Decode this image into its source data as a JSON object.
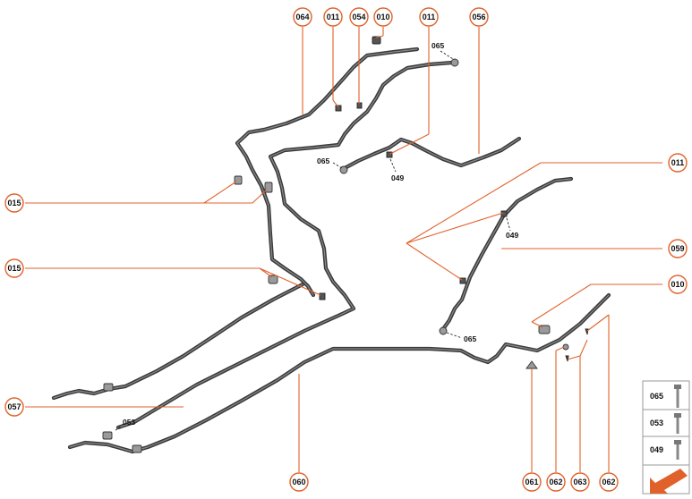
{
  "diagram": {
    "callouts": {
      "c064": "064",
      "c011a": "011",
      "c054": "054",
      "c010a": "010",
      "c011b": "011",
      "c056": "056",
      "c011r": "011",
      "c059": "059",
      "c010r": "010",
      "c015a": "015",
      "c015b": "015",
      "c057": "057",
      "c060": "060",
      "c061": "061",
      "c062a": "062",
      "c063": "063",
      "c062b": "062"
    },
    "labels": {
      "l065a": "065",
      "l065b": "065",
      "l049a": "049",
      "l049b": "049",
      "l065c": "065",
      "l053": "053"
    },
    "legend": {
      "items": [
        "065",
        "053",
        "049"
      ]
    },
    "colors": {
      "accent": "#e0622a",
      "pipe": "#3a3a3a"
    }
  }
}
